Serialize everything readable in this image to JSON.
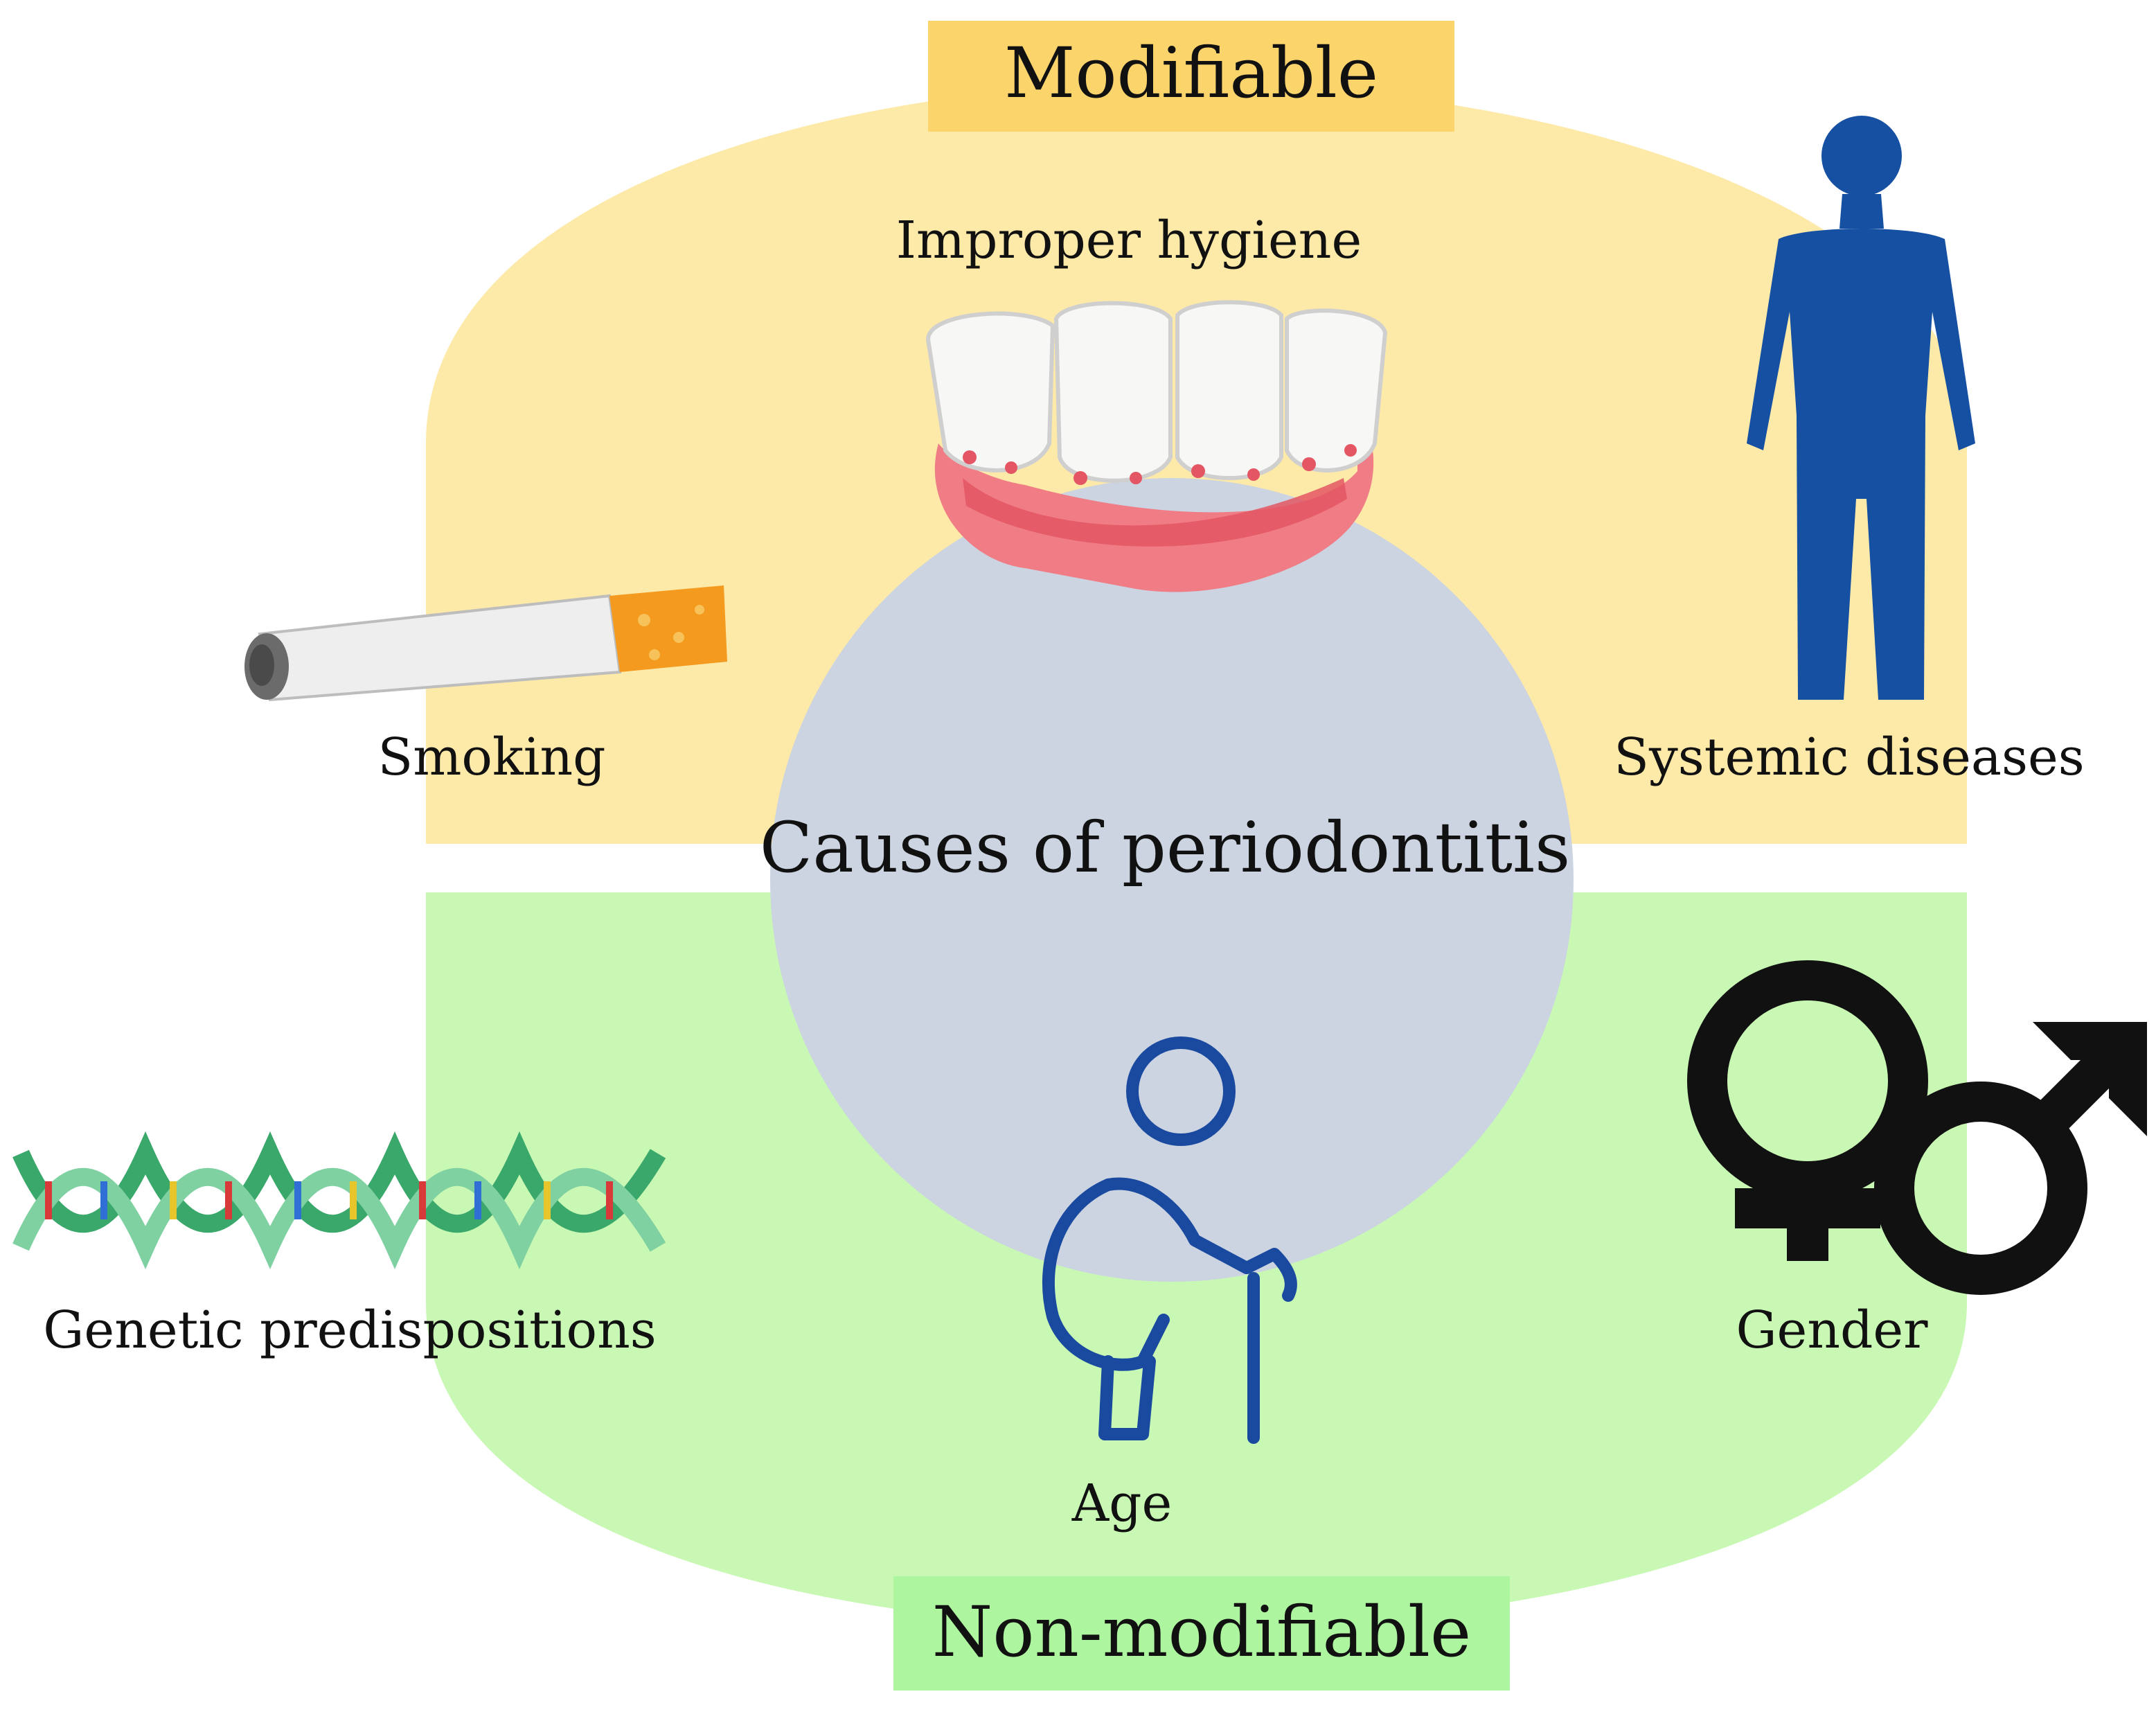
{
  "center_label": "Causes of periodontitis",
  "modifiable": {
    "header": "Modifiable",
    "items": {
      "hygiene": "Improper hygiene",
      "smoking": "Smoking",
      "systemic": "Systemic diseases"
    }
  },
  "non_modifiable": {
    "header": "Non-modifiable",
    "items": {
      "genetic": "Genetic predispositions",
      "age": "Age",
      "gender": "Gender"
    }
  },
  "colors": {
    "modifiable_bg": "#fde9a8",
    "modifiable_header": "#fbd46c",
    "non_modifiable_bg": "#c9f8b4",
    "non_modifiable_header": "#aef5a0",
    "center_circle": "#cbd4e0",
    "human_figure": "#1550a3",
    "elderly_icon": "#1a4aa0"
  },
  "icons": {
    "hygiene": "inflamed-gums-icon",
    "smoking": "cigarette-icon",
    "systemic": "human-body-icon",
    "genetic": "dna-helix-icon",
    "age": "elderly-person-icon",
    "gender": "gender-symbols-icon"
  }
}
